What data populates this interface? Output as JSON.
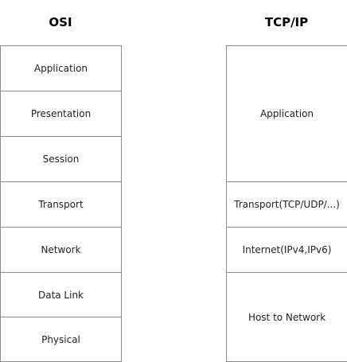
{
  "osi": {
    "title": "OSI",
    "layers": [
      "Application",
      "Presentation",
      "Session",
      "Transport",
      "Network",
      "Data Link",
      "Physical"
    ]
  },
  "tcpip": {
    "title": "TCP/IP",
    "layers": [
      "Application",
      "Transport(TCP/UDP/...)",
      "Internet(IPv4,IPv6)",
      "Host to Network"
    ]
  },
  "colors": {
    "border": "#8c8c8c",
    "text": "#222222",
    "title": "#000000",
    "background": "#ffffff"
  }
}
